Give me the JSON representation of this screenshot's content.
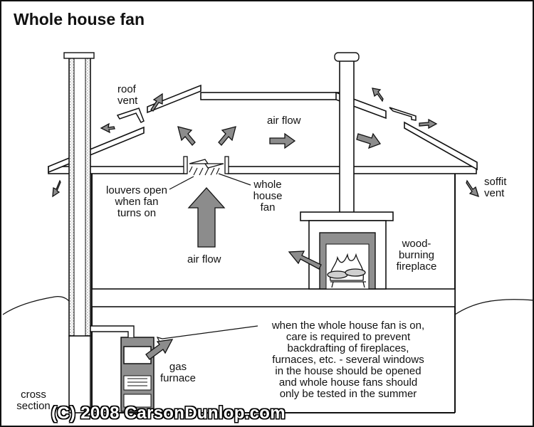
{
  "title": "Whole house fan",
  "labels": {
    "roof_vent": [
      "roof",
      "vent"
    ],
    "air_flow_attic": "air flow",
    "soffit_vent": [
      "soffit",
      "vent"
    ],
    "louvers": [
      "louvers open",
      "when fan",
      "turns on"
    ],
    "whole_house_fan": [
      "whole",
      "house",
      "fan"
    ],
    "air_flow_room": "air flow",
    "fireplace": [
      "wood-",
      "burning",
      "fireplace"
    ],
    "gas_furnace": [
      "gas",
      "furnace"
    ],
    "cross_section": [
      "cross",
      "section"
    ],
    "warning": [
      "when the whole house fan is on,",
      "care is required to prevent",
      "backdrafting of fireplaces,",
      "furnaces, etc. - several windows",
      "in the house should be opened",
      "and whole house fans should",
      "only be tested in the summer"
    ]
  },
  "copyright": "(C) 2008 CarsonDunlop.com",
  "colors": {
    "line": "#111111",
    "arrow_fill": "#8c8c8c",
    "fireplace_insert": "#8f8f8f",
    "chimney_stipple": "#dcdcdc",
    "background": "#ffffff"
  }
}
